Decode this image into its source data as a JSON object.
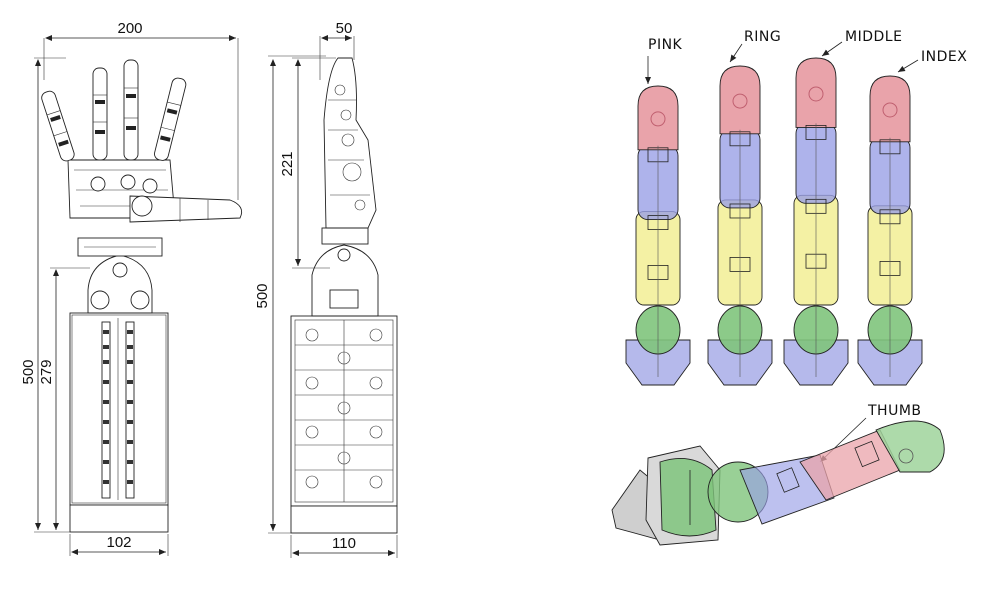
{
  "drawing": {
    "front_view": {
      "width_top": "200",
      "height_total": "500",
      "height_forearm": "279",
      "width_base": "102"
    },
    "side_view": {
      "thickness_top": "50",
      "height_hand": "221",
      "height_total": "500",
      "width_base": "110"
    }
  },
  "fingers": {
    "pink": "PINK",
    "ring": "RING",
    "middle": "MIDDLE",
    "index": "INDEX",
    "thumb": "THUMB"
  },
  "colors": {
    "tip": "#e9a3aa",
    "phalanx": "#9aa0e6",
    "middle_segment": "#f3ef9a",
    "base_segment": "#7fc47c",
    "knuckle": "#a8ade8",
    "outline": "#222222"
  }
}
